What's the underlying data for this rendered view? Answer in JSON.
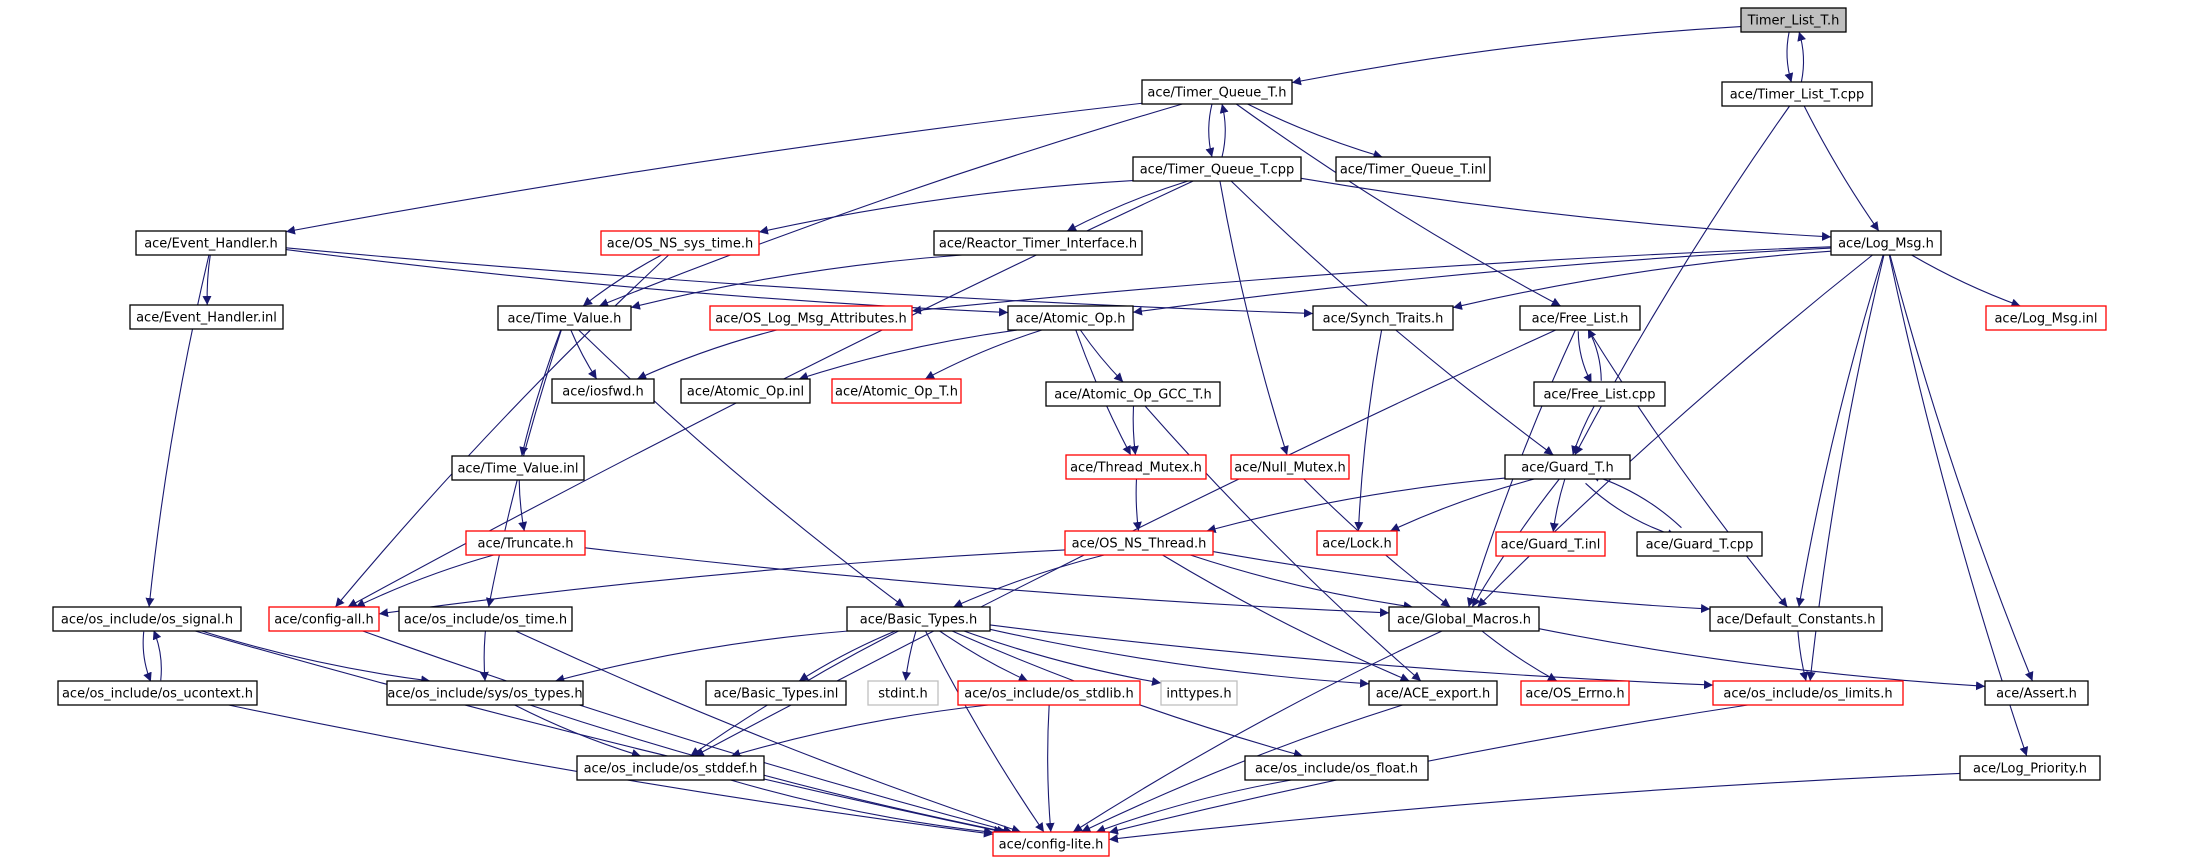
{
  "colors": {
    "edge": "#191970",
    "border_normal": "#000000",
    "border_truncated": "#ff0000",
    "border_external": "#bfbfbf",
    "fill_root": "#bfbfbf",
    "fill_normal": "#ffffff"
  },
  "nodes": [
    {
      "id": "timer_list_t_h",
      "label": "Timer_List_T.h",
      "kind": "root"
    },
    {
      "id": "timer_queue_t_h",
      "label": "ace/Timer_Queue_T.h",
      "kind": "normal"
    },
    {
      "id": "timer_list_t_cpp",
      "label": "ace/Timer_List_T.cpp",
      "kind": "normal"
    },
    {
      "id": "timer_queue_t_cpp",
      "label": "ace/Timer_Queue_T.cpp",
      "kind": "normal"
    },
    {
      "id": "timer_queue_t_inl",
      "label": "ace/Timer_Queue_T.inl",
      "kind": "normal"
    },
    {
      "id": "event_handler_h",
      "label": "ace/Event_Handler.h",
      "kind": "normal"
    },
    {
      "id": "os_ns_sys_time_h",
      "label": "ace/OS_NS_sys_time.h",
      "kind": "truncated"
    },
    {
      "id": "reactor_timer_interface_h",
      "label": "ace/Reactor_Timer_Interface.h",
      "kind": "normal"
    },
    {
      "id": "log_msg_h",
      "label": "ace/Log_Msg.h",
      "kind": "normal"
    },
    {
      "id": "event_handler_inl",
      "label": "ace/Event_Handler.inl",
      "kind": "normal"
    },
    {
      "id": "time_value_h",
      "label": "ace/Time_Value.h",
      "kind": "normal"
    },
    {
      "id": "os_log_msg_attributes_h",
      "label": "ace/OS_Log_Msg_Attributes.h",
      "kind": "truncated"
    },
    {
      "id": "atomic_op_h",
      "label": "ace/Atomic_Op.h",
      "kind": "normal"
    },
    {
      "id": "synch_traits_h",
      "label": "ace/Synch_Traits.h",
      "kind": "normal"
    },
    {
      "id": "free_list_h",
      "label": "ace/Free_List.h",
      "kind": "normal"
    },
    {
      "id": "log_msg_inl",
      "label": "ace/Log_Msg.inl",
      "kind": "truncated"
    },
    {
      "id": "iosfwd_h",
      "label": "ace/iosfwd.h",
      "kind": "normal"
    },
    {
      "id": "atomic_op_inl",
      "label": "ace/Atomic_Op.inl",
      "kind": "normal"
    },
    {
      "id": "atomic_op_t_h",
      "label": "ace/Atomic_Op_T.h",
      "kind": "truncated"
    },
    {
      "id": "atomic_op_gcc_t_h",
      "label": "ace/Atomic_Op_GCC_T.h",
      "kind": "normal"
    },
    {
      "id": "free_list_cpp",
      "label": "ace/Free_List.cpp",
      "kind": "normal"
    },
    {
      "id": "time_value_inl",
      "label": "ace/Time_Value.inl",
      "kind": "normal"
    },
    {
      "id": "thread_mutex_h",
      "label": "ace/Thread_Mutex.h",
      "kind": "truncated"
    },
    {
      "id": "null_mutex_h",
      "label": "ace/Null_Mutex.h",
      "kind": "truncated"
    },
    {
      "id": "guard_t_h",
      "label": "ace/Guard_T.h",
      "kind": "normal"
    },
    {
      "id": "truncate_h",
      "label": "ace/Truncate.h",
      "kind": "truncated"
    },
    {
      "id": "os_ns_thread_h",
      "label": "ace/OS_NS_Thread.h",
      "kind": "truncated"
    },
    {
      "id": "lock_h",
      "label": "ace/Lock.h",
      "kind": "truncated"
    },
    {
      "id": "guard_t_inl",
      "label": "ace/Guard_T.inl",
      "kind": "truncated"
    },
    {
      "id": "guard_t_cpp",
      "label": "ace/Guard_T.cpp",
      "kind": "normal"
    },
    {
      "id": "os_signal_h",
      "label": "ace/os_include/os_signal.h",
      "kind": "normal"
    },
    {
      "id": "config_all_h",
      "label": "ace/config-all.h",
      "kind": "truncated"
    },
    {
      "id": "os_time_h",
      "label": "ace/os_include/os_time.h",
      "kind": "normal"
    },
    {
      "id": "basic_types_h",
      "label": "ace/Basic_Types.h",
      "kind": "normal"
    },
    {
      "id": "global_macros_h",
      "label": "ace/Global_Macros.h",
      "kind": "normal"
    },
    {
      "id": "default_constants_h",
      "label": "ace/Default_Constants.h",
      "kind": "normal"
    },
    {
      "id": "os_ucontext_h",
      "label": "ace/os_include/os_ucontext.h",
      "kind": "normal"
    },
    {
      "id": "os_types_h",
      "label": "ace/os_include/sys/os_types.h",
      "kind": "normal"
    },
    {
      "id": "basic_types_inl",
      "label": "ace/Basic_Types.inl",
      "kind": "normal"
    },
    {
      "id": "stdint_h",
      "label": "stdint.h",
      "kind": "external"
    },
    {
      "id": "os_stdlib_h",
      "label": "ace/os_include/os_stdlib.h",
      "kind": "truncated"
    },
    {
      "id": "inttypes_h",
      "label": "inttypes.h",
      "kind": "external"
    },
    {
      "id": "ace_export_h",
      "label": "ace/ACE_export.h",
      "kind": "normal"
    },
    {
      "id": "os_errno_h",
      "label": "ace/OS_Errno.h",
      "kind": "truncated"
    },
    {
      "id": "os_limits_h",
      "label": "ace/os_include/os_limits.h",
      "kind": "truncated"
    },
    {
      "id": "assert_h",
      "label": "ace/Assert.h",
      "kind": "normal"
    },
    {
      "id": "os_stddef_h",
      "label": "ace/os_include/os_stddef.h",
      "kind": "normal"
    },
    {
      "id": "os_float_h",
      "label": "ace/os_include/os_float.h",
      "kind": "normal"
    },
    {
      "id": "log_priority_h",
      "label": "ace/Log_Priority.h",
      "kind": "normal"
    },
    {
      "id": "config_lite_h",
      "label": "ace/config-lite.h",
      "kind": "truncated"
    }
  ],
  "edges": [
    [
      "timer_list_t_h",
      "timer_queue_t_h"
    ],
    [
      "timer_list_t_h",
      "timer_list_t_cpp"
    ],
    [
      "timer_list_t_cpp",
      "timer_list_t_h"
    ],
    [
      "timer_list_t_cpp",
      "log_msg_h"
    ],
    [
      "timer_list_t_cpp",
      "guard_t_h"
    ],
    [
      "timer_queue_t_h",
      "timer_queue_t_cpp"
    ],
    [
      "timer_queue_t_cpp",
      "timer_queue_t_h"
    ],
    [
      "timer_queue_t_h",
      "timer_queue_t_inl"
    ],
    [
      "timer_queue_t_h",
      "event_handler_h"
    ],
    [
      "timer_queue_t_h",
      "time_value_h"
    ],
    [
      "timer_queue_t_h",
      "free_list_h"
    ],
    [
      "timer_queue_t_cpp",
      "os_ns_sys_time_h"
    ],
    [
      "timer_queue_t_cpp",
      "reactor_timer_interface_h"
    ],
    [
      "timer_queue_t_cpp",
      "log_msg_h"
    ],
    [
      "timer_queue_t_cpp",
      "config_all_h"
    ],
    [
      "timer_queue_t_cpp",
      "null_mutex_h"
    ],
    [
      "timer_queue_t_cpp",
      "guard_t_h"
    ],
    [
      "event_handler_h",
      "event_handler_inl"
    ],
    [
      "event_handler_h",
      "atomic_op_h"
    ],
    [
      "event_handler_h",
      "synch_traits_h"
    ],
    [
      "event_handler_h",
      "os_signal_h"
    ],
    [
      "os_ns_sys_time_h",
      "time_value_h"
    ],
    [
      "os_ns_sys_time_h",
      "config_all_h"
    ],
    [
      "reactor_timer_interface_h",
      "time_value_h"
    ],
    [
      "log_msg_h",
      "log_msg_inl"
    ],
    [
      "log_msg_h",
      "os_log_msg_attributes_h"
    ],
    [
      "log_msg_h",
      "atomic_op_h"
    ],
    [
      "log_msg_h",
      "synch_traits_h"
    ],
    [
      "log_msg_h",
      "global_macros_h"
    ],
    [
      "log_msg_h",
      "default_constants_h"
    ],
    [
      "log_msg_h",
      "os_limits_h"
    ],
    [
      "log_msg_h",
      "assert_h"
    ],
    [
      "log_msg_h",
      "log_priority_h"
    ],
    [
      "time_value_h",
      "iosfwd_h"
    ],
    [
      "time_value_h",
      "time_value_inl"
    ],
    [
      "time_value_h",
      "os_time_h"
    ],
    [
      "time_value_h",
      "basic_types_h"
    ],
    [
      "os_log_msg_attributes_h",
      "iosfwd_h"
    ],
    [
      "atomic_op_h",
      "atomic_op_inl"
    ],
    [
      "atomic_op_h",
      "atomic_op_t_h"
    ],
    [
      "atomic_op_h",
      "atomic_op_gcc_t_h"
    ],
    [
      "atomic_op_h",
      "thread_mutex_h"
    ],
    [
      "synch_traits_h",
      "lock_h"
    ],
    [
      "free_list_h",
      "free_list_cpp"
    ],
    [
      "free_list_cpp",
      "free_list_h"
    ],
    [
      "free_list_h",
      "global_macros_h"
    ],
    [
      "free_list_h",
      "default_constants_h"
    ],
    [
      "free_list_h",
      "os_stddef_h"
    ],
    [
      "free_list_cpp",
      "guard_t_h"
    ],
    [
      "atomic_op_gcc_t_h",
      "thread_mutex_h"
    ],
    [
      "atomic_op_gcc_t_h",
      "ace_export_h"
    ],
    [
      "thread_mutex_h",
      "os_ns_thread_h"
    ],
    [
      "null_mutex_h",
      "global_macros_h"
    ],
    [
      "guard_t_h",
      "lock_h"
    ],
    [
      "guard_t_h",
      "guard_t_inl"
    ],
    [
      "guard_t_h",
      "guard_t_cpp"
    ],
    [
      "guard_t_cpp",
      "guard_t_h"
    ],
    [
      "guard_t_h",
      "os_ns_thread_h"
    ],
    [
      "guard_t_h",
      "global_macros_h"
    ],
    [
      "time_value_inl",
      "truncate_h"
    ],
    [
      "truncate_h",
      "config_all_h"
    ],
    [
      "truncate_h",
      "global_macros_h"
    ],
    [
      "os_ns_thread_h",
      "config_all_h"
    ],
    [
      "os_ns_thread_h",
      "basic_types_h"
    ],
    [
      "os_ns_thread_h",
      "global_macros_h"
    ],
    [
      "os_ns_thread_h",
      "default_constants_h"
    ],
    [
      "os_ns_thread_h",
      "ace_export_h"
    ],
    [
      "os_signal_h",
      "os_ucontext_h"
    ],
    [
      "os_ucontext_h",
      "os_signal_h"
    ],
    [
      "os_signal_h",
      "os_types_h"
    ],
    [
      "os_signal_h",
      "config_lite_h"
    ],
    [
      "os_ucontext_h",
      "config_lite_h"
    ],
    [
      "config_all_h",
      "config_lite_h"
    ],
    [
      "os_time_h",
      "os_types_h"
    ],
    [
      "os_time_h",
      "config_lite_h"
    ],
    [
      "basic_types_h",
      "os_types_h"
    ],
    [
      "basic_types_h",
      "basic_types_inl"
    ],
    [
      "basic_types_h",
      "stdint_h"
    ],
    [
      "basic_types_h",
      "os_stdlib_h"
    ],
    [
      "basic_types_h",
      "inttypes_h"
    ],
    [
      "basic_types_h",
      "ace_export_h"
    ],
    [
      "basic_types_h",
      "os_limits_h"
    ],
    [
      "basic_types_h",
      "os_stddef_h"
    ],
    [
      "basic_types_h",
      "os_float_h"
    ],
    [
      "basic_types_h",
      "config_lite_h"
    ],
    [
      "global_macros_h",
      "os_errno_h"
    ],
    [
      "global_macros_h",
      "assert_h"
    ],
    [
      "global_macros_h",
      "config_lite_h"
    ],
    [
      "default_constants_h",
      "os_limits_h"
    ],
    [
      "os_types_h",
      "os_stddef_h"
    ],
    [
      "os_types_h",
      "config_lite_h"
    ],
    [
      "os_stdlib_h",
      "os_stddef_h"
    ],
    [
      "os_stdlib_h",
      "config_lite_h"
    ],
    [
      "ace_export_h",
      "config_lite_h"
    ],
    [
      "os_limits_h",
      "config_lite_h"
    ],
    [
      "os_stddef_h",
      "config_lite_h"
    ],
    [
      "os_float_h",
      "config_lite_h"
    ],
    [
      "log_priority_h",
      "config_lite_h"
    ]
  ]
}
